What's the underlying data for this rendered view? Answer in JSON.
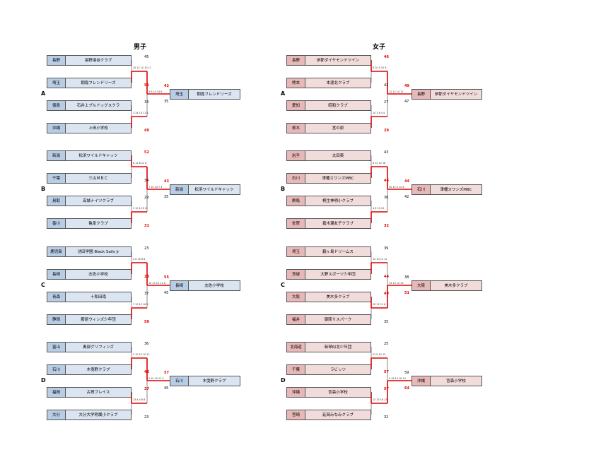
{
  "titles": {
    "boys": "男子",
    "girls": "女子"
  },
  "boys": {
    "groups": [
      {
        "label": "A",
        "teams": [
          {
            "pref": "長野",
            "name": "長野湯谷クラブ"
          },
          {
            "pref": "埼玉",
            "name": "朝霞フレンドリーズ"
          },
          {
            "pref": "徳島",
            "name": "石井上ブルドッグスクラ"
          },
          {
            "pref": "沖縄",
            "name": "上田小学校"
          }
        ],
        "semi": [
          {
            "s1": "45",
            "s2": "51",
            "win": 2,
            "det": "10 12 10 10 11"
          },
          {
            "s1": "33",
            "s2": "49",
            "win": 2,
            "det": "3 24 10 11 6"
          }
        ],
        "final": {
          "s1": "42",
          "s2": "35",
          "win": 1,
          "det": "3 9 10 14 6",
          "champ": {
            "pref": "埼玉",
            "name": "朝霞フレンドリーズ"
          }
        }
      },
      {
        "label": "B",
        "teams": [
          {
            "pref": "新潟",
            "name": "松浜ワイルドキャッツ"
          },
          {
            "pref": "千葉",
            "name": "三山ＭＢＣ"
          },
          {
            "pref": "鳥取",
            "name": "高城ナイツクラブ"
          },
          {
            "pref": "香川",
            "name": "亀阜クラブ"
          }
        ],
        "semi": [
          {
            "s1": "52",
            "s2": "34",
            "win": 1,
            "det": "8 12 8 12 6"
          },
          {
            "s1": "29",
            "s2": "31",
            "win": 2,
            "det": "3 10 12 8 6"
          }
        ],
        "final": {
          "s1": "43",
          "s2": "35",
          "win": 1,
          "det": "7 10 10 7 4",
          "champ": {
            "pref": "新潟",
            "name": "松浜ワイルドキャッツ"
          }
        }
      },
      {
        "label": "C",
        "teams": [
          {
            "pref": "鹿児島",
            "name": "池田学園 Black Sails Jr"
          },
          {
            "pref": "長崎",
            "name": "志佐小学校"
          },
          {
            "pref": "青森",
            "name": "十和田南"
          },
          {
            "pref": "静岡",
            "name": "藤原ウィンズ少年団"
          }
        ],
        "semi": [
          {
            "s1": "23",
            "s2": "28",
            "win": 2,
            "det": "4 6 10 8 6"
          },
          {
            "s1": "37",
            "s2": "50",
            "win": 2,
            "det": "7 10 12 16 9"
          }
        ],
        "final": {
          "s1": "55",
          "s2": "45",
          "win": 1,
          "det": "10 10 10 11 8",
          "champ": {
            "pref": "長崎",
            "name": "志佐小学校"
          }
        }
      },
      {
        "label": "D",
        "teams": [
          {
            "pref": "富山",
            "name": "奥部グリフィンズ"
          },
          {
            "pref": "石川",
            "name": "木曳野クラブ"
          },
          {
            "pref": "福岡",
            "name": "古賀ブレイス"
          },
          {
            "pref": "大分",
            "name": "大分大学附属小クラブ"
          }
        ],
        "semi": [
          {
            "s1": "36",
            "s2": "48",
            "win": 2,
            "det": "9 10 10 10 11"
          },
          {
            "s1": "37",
            "s2": "23",
            "win": 1,
            "det": "13 4 4 6 8"
          }
        ],
        "final": {
          "s1": "57",
          "s2": "45",
          "win": 1,
          "det": "5 10 10 11 9",
          "champ": {
            "pref": "石川",
            "name": "木曳野クラブ"
          }
        }
      }
    ]
  },
  "girls": {
    "groups": [
      {
        "label": "A",
        "teams": [
          {
            "pref": "長野",
            "name": "伊那ダイヤモンドツイン"
          },
          {
            "pref": "熊本",
            "name": "本渡北クラブ"
          },
          {
            "pref": "愛知",
            "name": "昭和クラブ"
          },
          {
            "pref": "栃木",
            "name": "宮の原"
          }
        ],
        "semi": [
          {
            "s1": "46",
            "s2": "42",
            "win": 1,
            "det": "8 10 9 10 9"
          },
          {
            "s1": "27",
            "s2": "29",
            "win": 2,
            "det": "10 3 8 4 4"
          }
        ],
        "final": {
          "s1": "49",
          "s2": "47",
          "win": 1,
          "det": "12 12 14 11",
          "champ": {
            "pref": "長野",
            "name": "伊那ダイヤモンドツイン"
          }
        }
      },
      {
        "label": "B",
        "teams": [
          {
            "pref": "岩手",
            "name": "太田東"
          },
          {
            "pref": "石川",
            "name": "津幡スワンズMBC"
          },
          {
            "pref": "群馬",
            "name": "桐生神明小クラブ"
          },
          {
            "pref": "佐賀",
            "name": "嘉木瀬女子クラブ"
          }
        ],
        "semi": [
          {
            "s1": "43",
            "s2": "46",
            "win": 2,
            "det": "4 12 12 18"
          },
          {
            "s1": "30",
            "s2": "32",
            "win": 2,
            "det": "4 8 10 10"
          }
        ],
        "final": {
          "s1": "44",
          "s2": "42",
          "win": 1,
          "det": "10 12 4 12 6",
          "champ": {
            "pref": "石川",
            "name": "津幡スワンズMBC"
          }
        }
      },
      {
        "label": "C",
        "teams": [
          {
            "pref": "埼玉",
            "name": "鶴ヶ島ドリームス"
          },
          {
            "pref": "茨城",
            "name": "大野スポーツ少年団"
          },
          {
            "pref": "大阪",
            "name": "美木多クラブ"
          },
          {
            "pref": "福井",
            "name": "御陵Ｖスパーク"
          }
        ],
        "semi": [
          {
            "s1": "39",
            "s2": "44",
            "win": 2,
            "det": "10 10 12 12"
          },
          {
            "s1": "49",
            "s2": "35",
            "win": 1,
            "det": "20 12 11 6"
          }
        ],
        "final": {
          "s1": "38",
          "s2": "51",
          "win": 2,
          "det": "13 13 12 13",
          "champ": {
            "pref": "大阪",
            "name": "美木多クラブ"
          }
        }
      },
      {
        "label": "D",
        "teams": [
          {
            "pref": "北海道",
            "name": "新琴似北少年団"
          },
          {
            "pref": "千葉",
            "name": "ラビッツ"
          },
          {
            "pref": "沖縄",
            "name": "宮森小学校"
          },
          {
            "pref": "宮崎",
            "name": "延岡みなみクラブ"
          }
        ],
        "semi": [
          {
            "s1": "25",
            "s2": "57",
            "win": 2,
            "det": "21 8 15 13"
          },
          {
            "s1": "57",
            "s2": "32",
            "win": 1,
            "det": "13 15 16 13"
          }
        ],
        "final": {
          "s1": "59",
          "s2": "64",
          "win": 2,
          "det": "9 16 13 16 10",
          "champ": {
            "pref": "沖縄",
            "name": "宮森小学校"
          }
        }
      }
    ]
  },
  "colors": {
    "win_line": "#e00000",
    "line": "#555555"
  }
}
